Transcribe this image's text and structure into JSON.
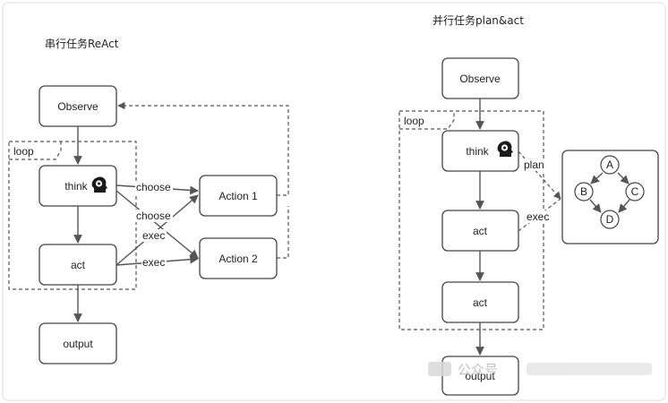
{
  "left": {
    "title": "串行任务ReAct",
    "observe": "Observe",
    "loop": "loop",
    "think": "think",
    "act": "act",
    "output": "output",
    "action1": "Action 1",
    "action2": "Action 2",
    "edge_labels": {
      "choose1": "choose",
      "choose2": "choose",
      "exec1": "exec",
      "exec2": "exec"
    }
  },
  "right": {
    "title": "并行任务plan&act",
    "observe": "Observe",
    "loop": "loop",
    "think": "think",
    "act1": "act",
    "act2": "act",
    "output": "output",
    "edge_labels": {
      "plan": "plan",
      "exec": "exec"
    },
    "dag": {
      "a": "A",
      "b": "B",
      "c": "C",
      "d": "D"
    }
  },
  "watermark": "公众号",
  "icons": {
    "think": "head-gear-icon"
  }
}
